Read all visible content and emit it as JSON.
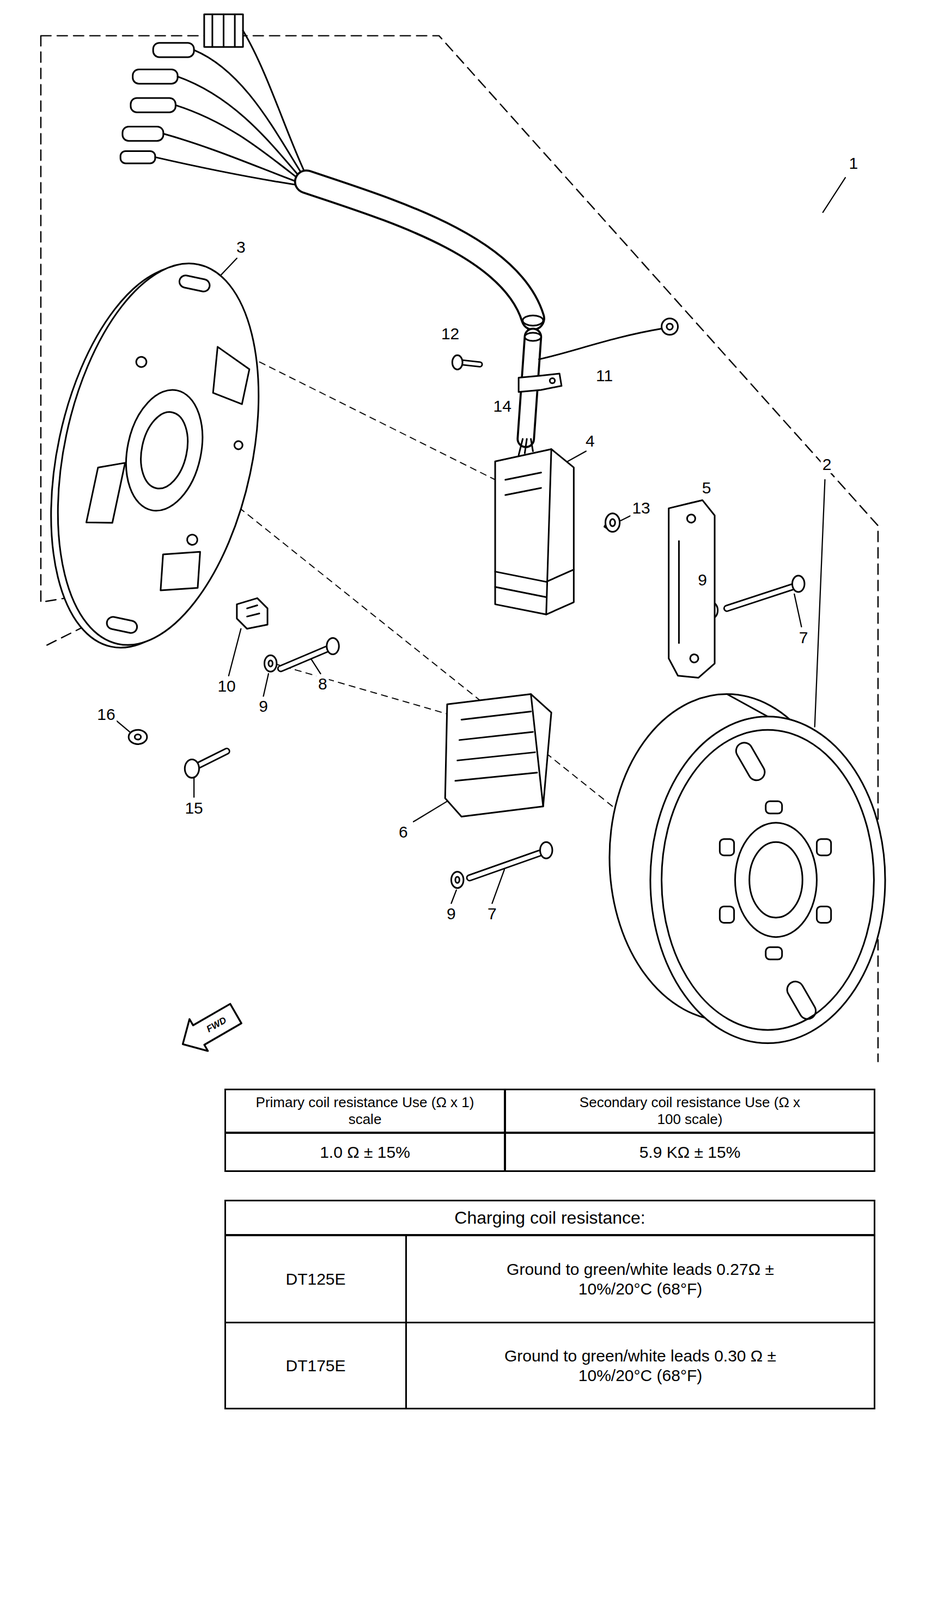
{
  "diagram": {
    "labels": [
      "1",
      "14",
      "12",
      "11",
      "3",
      "4",
      "13",
      "5",
      "9",
      "7",
      "2",
      "10",
      "9",
      "8",
      "16",
      "15",
      "6",
      "9",
      "7",
      "FWD",
      "Primary coil resistance Use (Ω x 1) scale",
      "Secondary coil resistance Use (Ω x 100 scale)",
      "1.0 Ω ± 15%",
      "5.9 KΩ ± 15%",
      "Charging coil resistance:",
      "DT125E",
      "Ground to green/white leads 0.27Ω ± 10%/20°C (68°F)",
      "DT175E",
      "Ground to green/white leads 0.30 Ω ± 10%/20°C (68°F)"
    ]
  }
}
